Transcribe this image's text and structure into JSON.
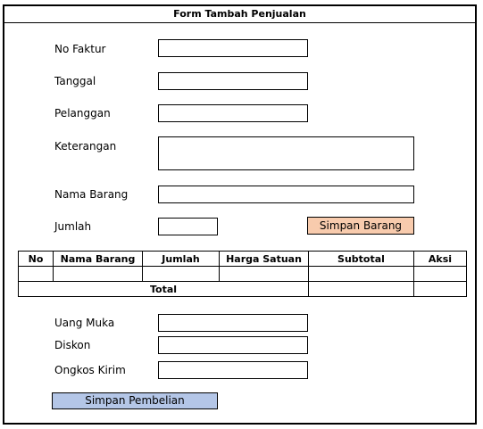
{
  "form": {
    "title": "Form Tambah Penjualan",
    "fields": {
      "no_faktur": {
        "label": "No Faktur",
        "value": ""
      },
      "tanggal": {
        "label": "Tanggal",
        "value": ""
      },
      "pelanggan": {
        "label": "Pelanggan",
        "value": ""
      },
      "keterangan": {
        "label": "Keterangan",
        "value": ""
      },
      "nama_barang": {
        "label": "Nama Barang",
        "value": ""
      },
      "jumlah": {
        "label": "Jumlah",
        "value": ""
      }
    },
    "simpan_barang_label": "Simpan Barang",
    "table": {
      "headers": [
        "No",
        "Nama Barang",
        "Jumlah",
        "Harga Satuan",
        "Subtotal",
        "Aksi"
      ],
      "rows": [
        [
          "",
          "",
          "",
          "",
          "",
          ""
        ]
      ],
      "total_label": "Total",
      "total_value": ""
    },
    "payment": {
      "uang_muka": {
        "label": "Uang Muka",
        "value": ""
      },
      "diskon": {
        "label": "Diskon",
        "value": ""
      },
      "ongkos_kirim": {
        "label": "Ongkos Kirim",
        "value": ""
      }
    },
    "simpan_pembelian_label": "Simpan Pembelian"
  },
  "colors": {
    "simpan_barang_bg": "#f8cbad",
    "simpan_pembelian_bg": "#b4c6e7",
    "border": "#000000"
  }
}
